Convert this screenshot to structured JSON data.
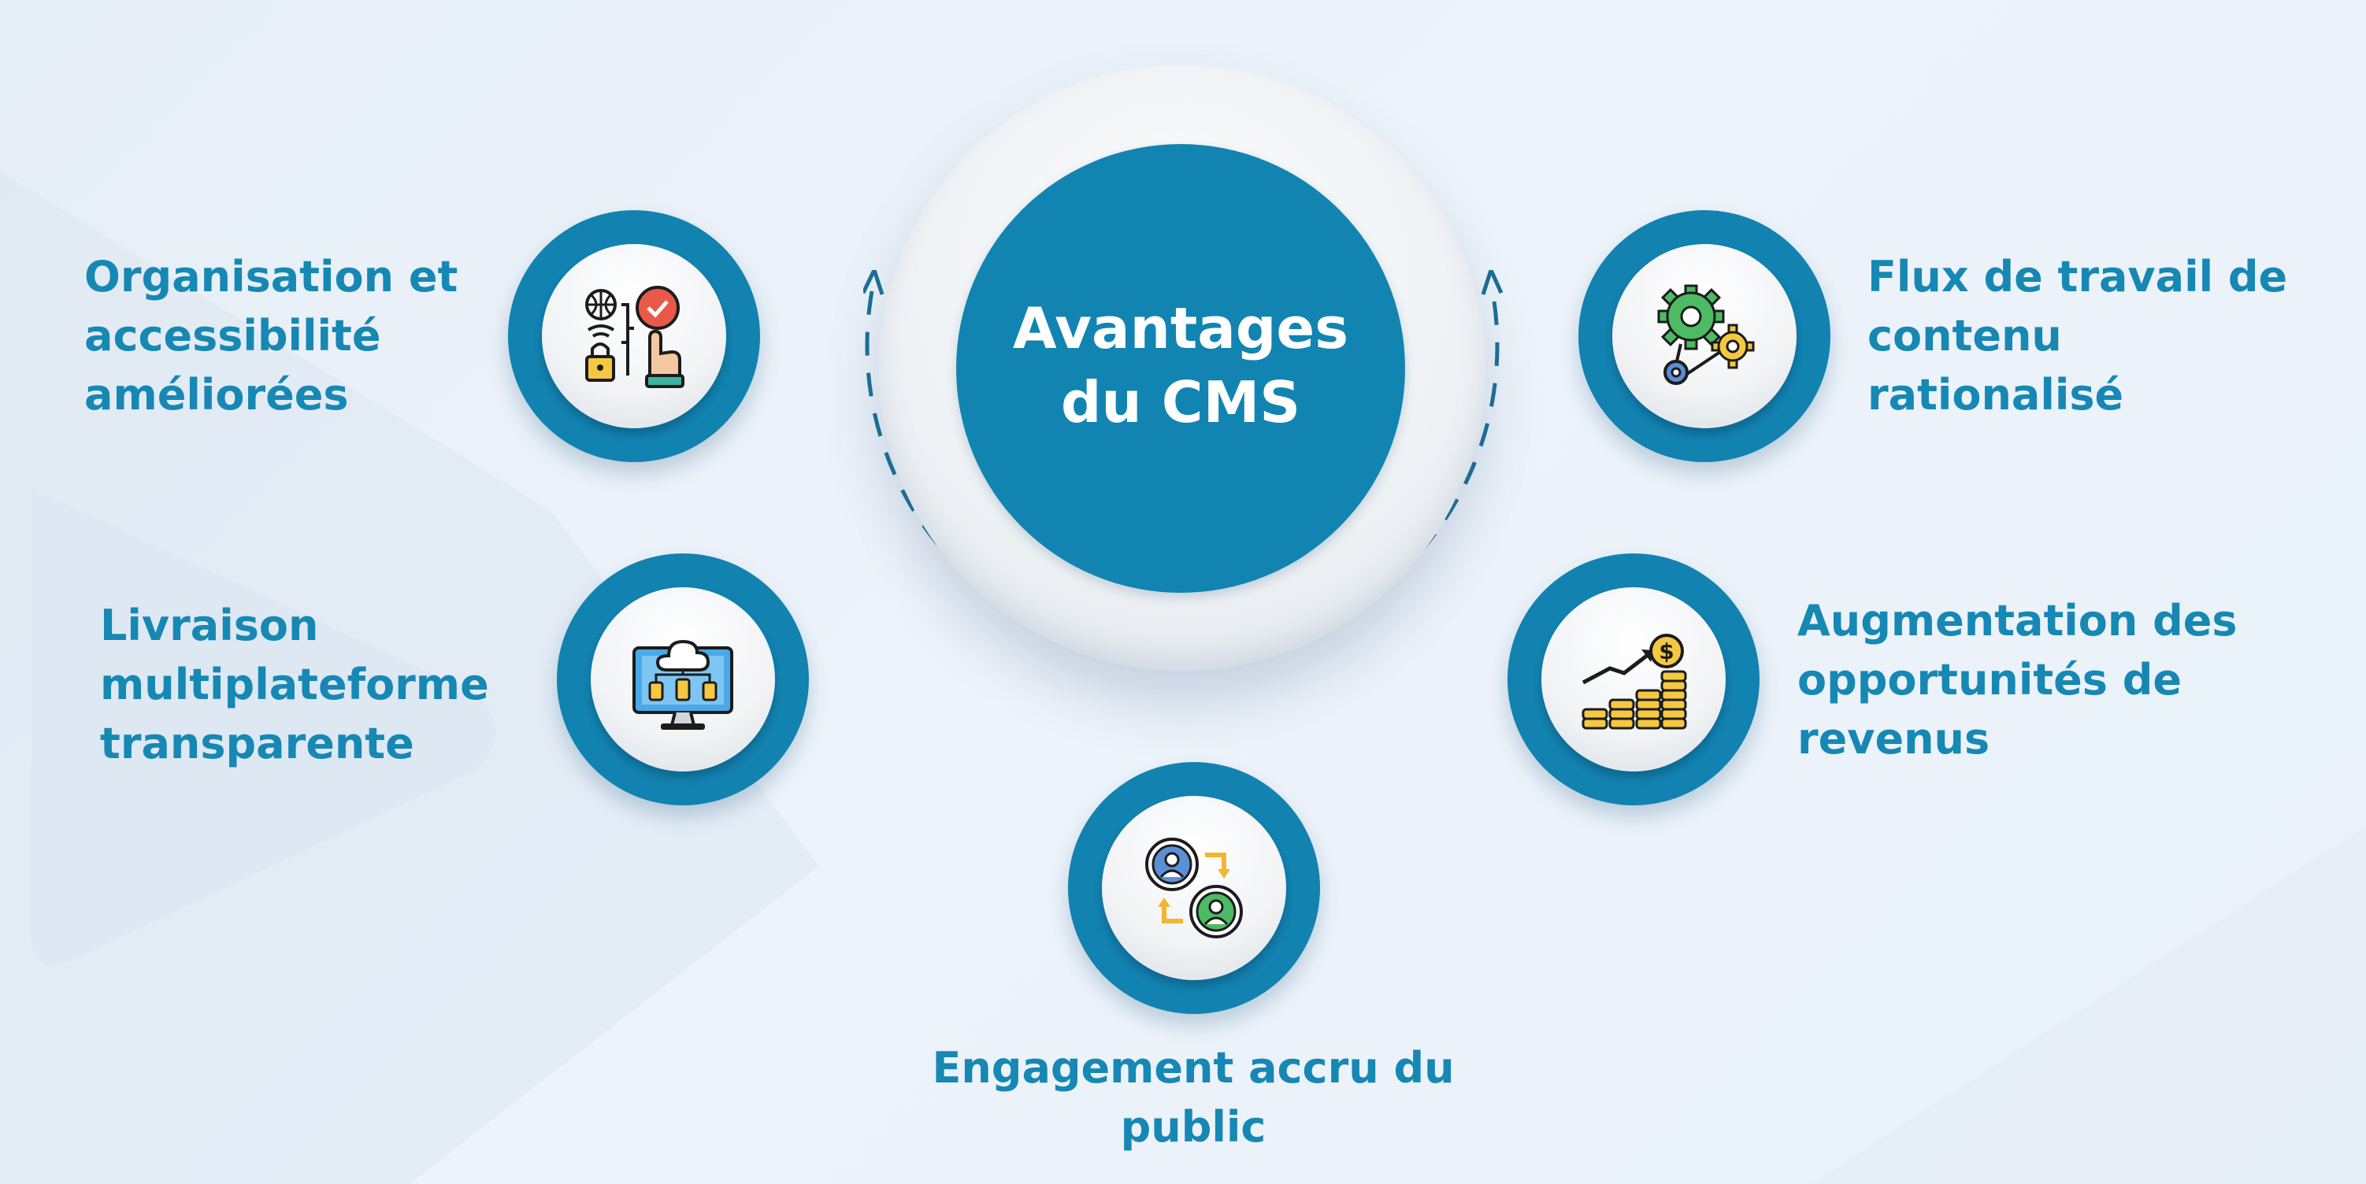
{
  "center": {
    "title": "Avantages\ndu CMS"
  },
  "benefits": [
    {
      "label": "Organisation et\naccessibilité\naméliorées",
      "icon": "security-touch-icon"
    },
    {
      "label": "Livraison\nmultiplateforme\ntransparente",
      "icon": "cloud-monitor-icon"
    },
    {
      "label": "Engagement accru du\npublic",
      "icon": "user-exchange-icon"
    },
    {
      "label": "Augmentation des\nopportunités de\nrevenus",
      "icon": "revenue-growth-icon"
    },
    {
      "label": "Flux de travail de\ncontenu\nrationalisé",
      "icon": "gear-workflow-icon"
    }
  ],
  "colors": {
    "primary": "#1282b0",
    "text": "#1688b3",
    "background": "#e9f0f8"
  }
}
